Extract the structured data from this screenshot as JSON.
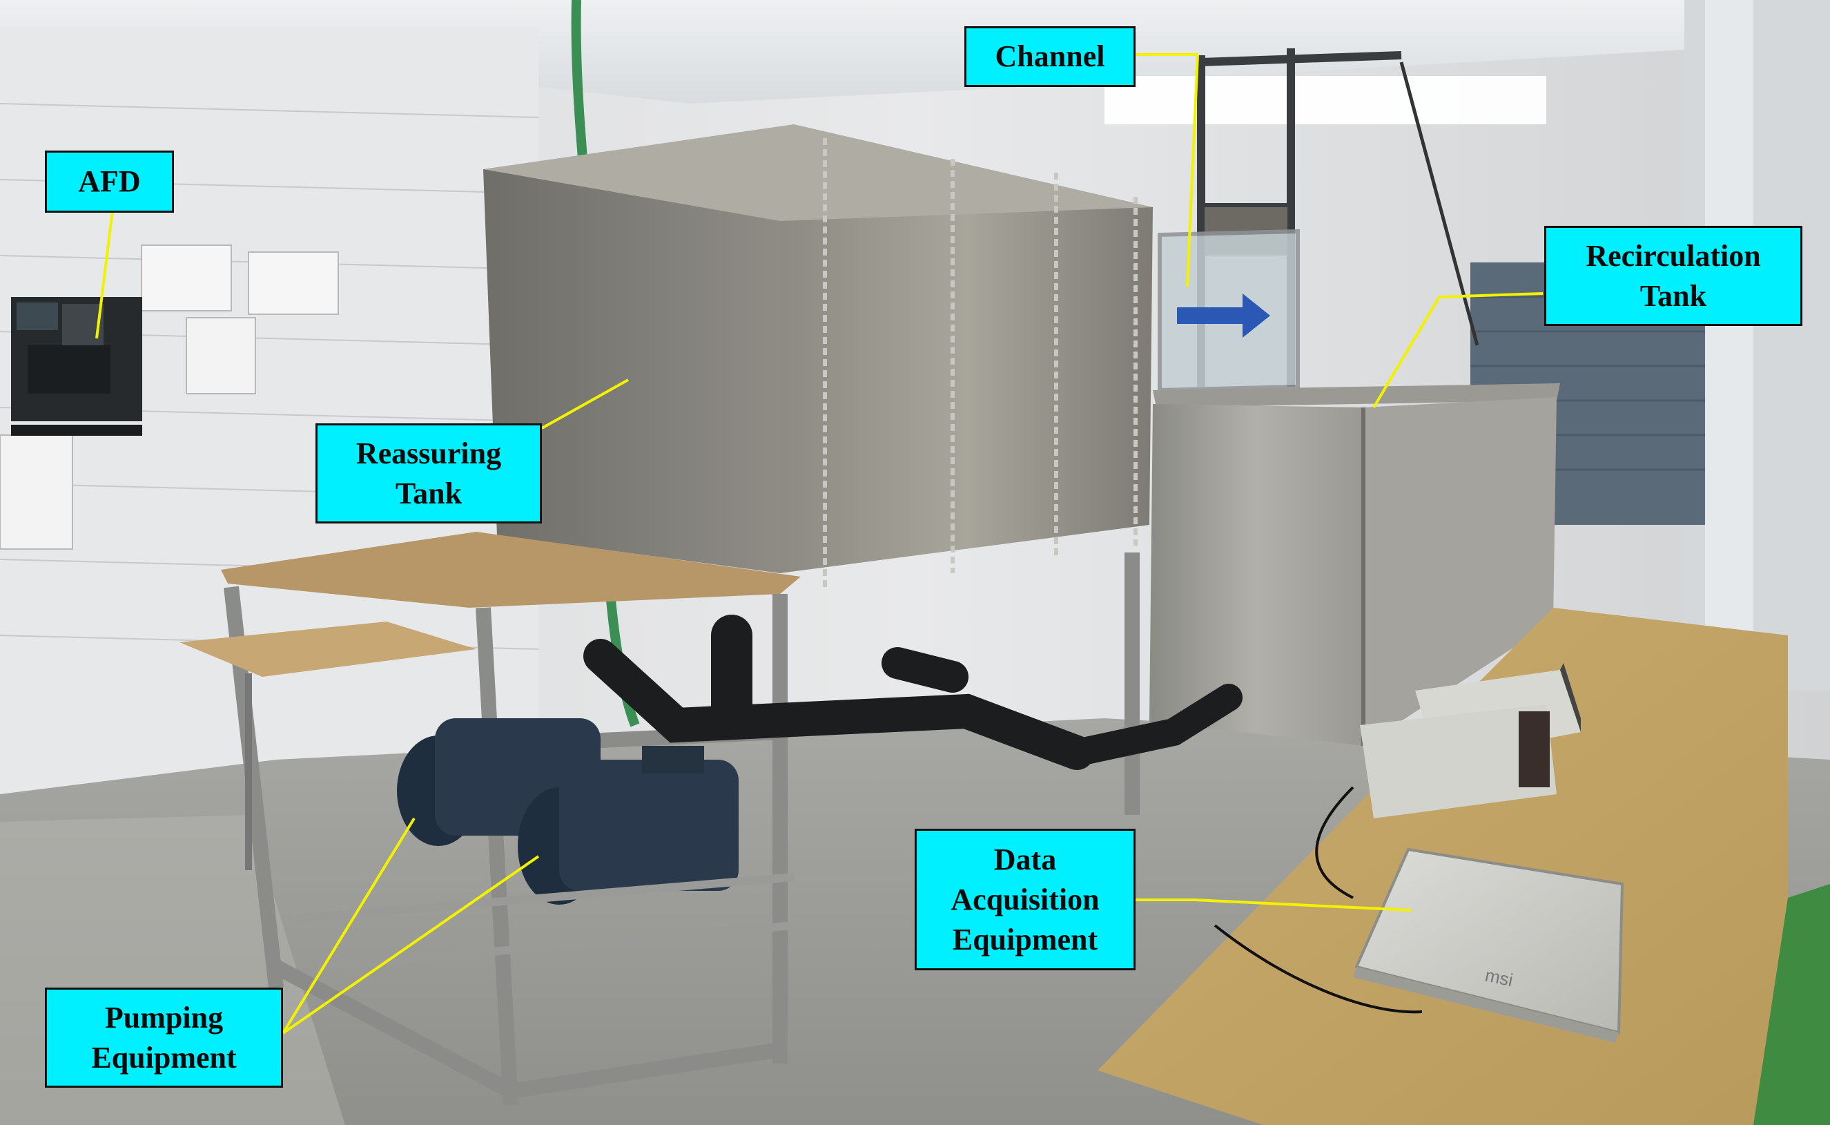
{
  "labels": {
    "afd": "AFD",
    "channel": "Channel",
    "recirculation_tank": [
      "Recirculation",
      "Tank"
    ],
    "reassuring_tank": [
      "Reassuring",
      "Tank"
    ],
    "data_acquisition": [
      "Data",
      "Acquisition",
      "Equipment"
    ],
    "pumping_equipment": [
      "Pumping",
      "Equipment"
    ]
  },
  "laptop_brand": "msi",
  "colors": {
    "label_fill": "#00f0ff",
    "leader_line": "#f2f200",
    "flow_arrow": "#2b57b5"
  }
}
